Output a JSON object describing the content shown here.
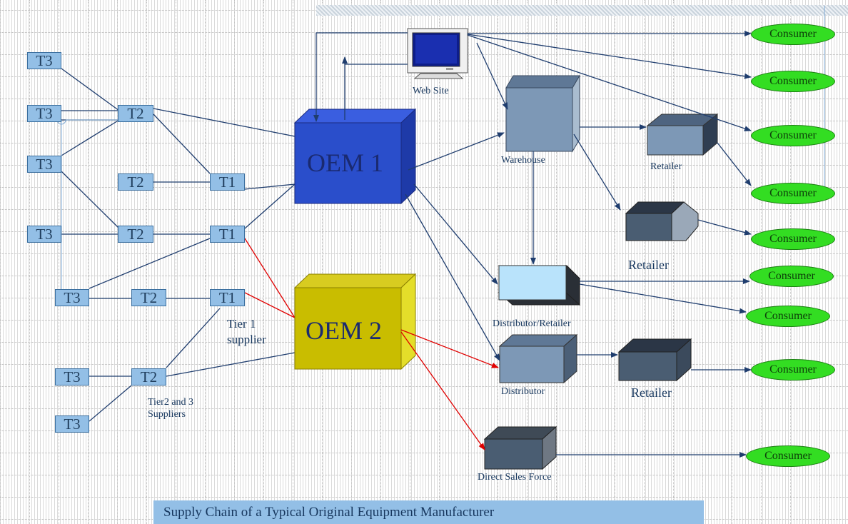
{
  "title": "Supply Chain of a Typical Original Equipment Manufacturer",
  "suppliers": {
    "t3": [
      "T3",
      "T3",
      "T3",
      "T3",
      "T3",
      "T3",
      "T3"
    ],
    "t2": [
      "T2",
      "T2",
      "T2",
      "T2",
      "T2"
    ],
    "t1": [
      "T1",
      "T1",
      "T1"
    ]
  },
  "oems": [
    "OEM 1",
    "OEM 2"
  ],
  "labels": {
    "web_site": "Web Site",
    "warehouse": "Warehouse",
    "retailer_small": "Retailer",
    "retailer_mid": "Retailer",
    "retailer_bottom": "Retailer",
    "distributor_retailer": "Distributor/Retailer",
    "distributor": "Distributor",
    "direct_sales": "Direct Sales Force",
    "tier1_line1": "Tier 1",
    "tier1_line2": "supplier",
    "tier23_line1": "Tier2 and 3",
    "tier23_line2": "Suppliers"
  },
  "consumers": [
    "Consumer",
    "Consumer",
    "Consumer",
    "Consumer",
    "Consumer",
    "Consumer",
    "Consumer",
    "Consumer",
    "Consumer"
  ],
  "colors": {
    "supplier_box": "#93bfe6",
    "oem1": "#2a4ecb",
    "oem2": "#c9bd00",
    "consumer": "#33dd22",
    "link_line": "#1f3d6e",
    "red_link": "#e00000",
    "caption_bg": "#93bfe6"
  },
  "icons": {
    "web_site": "computer-monitor-icon"
  }
}
